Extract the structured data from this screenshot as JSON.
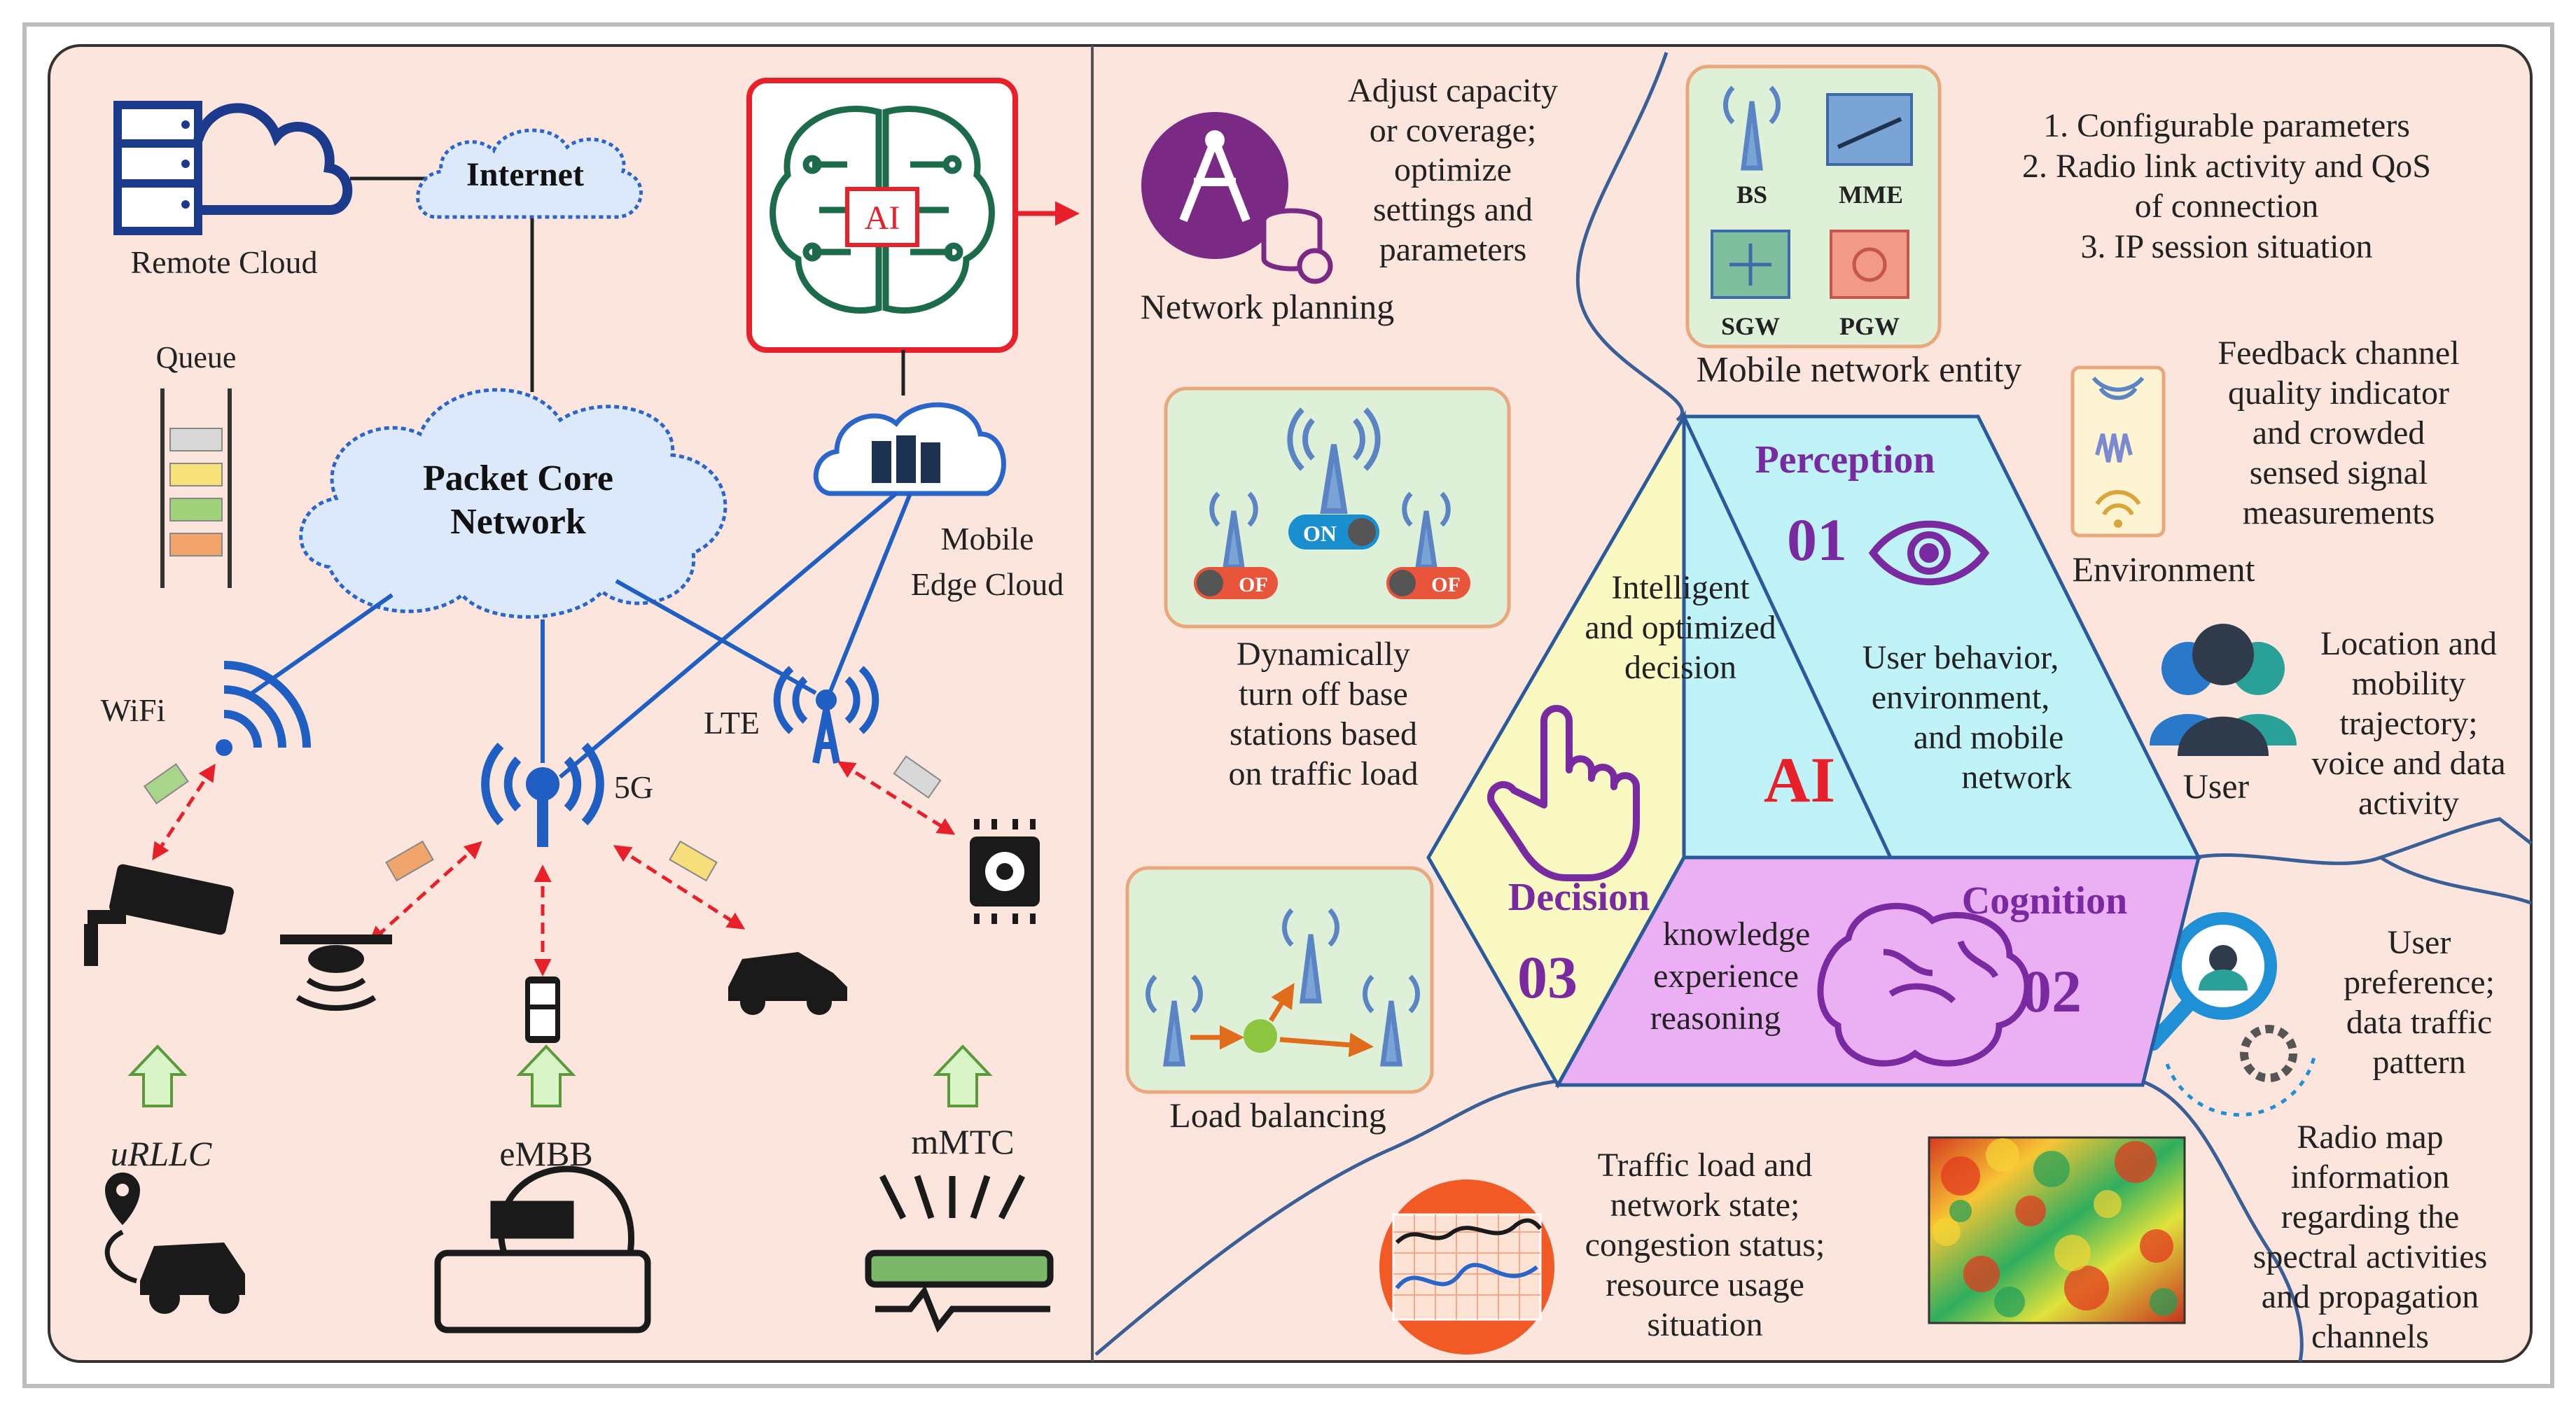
{
  "network": {
    "remote_cloud": "Remote Cloud",
    "internet": "Internet",
    "queue": "Queue",
    "ai_chip": "AI",
    "core_l1": "Packet Core",
    "core_l2": "Network",
    "mec_l1": "Mobile",
    "mec_l2": "Edge Cloud",
    "wifi": "WiFi",
    "lte": "LTE",
    "g5": "5G",
    "urllc": "uRLLC",
    "embb": "eMBB",
    "mmtc": "mMTC"
  },
  "planning": {
    "l1": "Adjust capacity",
    "l2": "or  coverage;",
    "l3": "optimize",
    "l4": "settings and",
    "l5": "parameters",
    "label": "Network planning"
  },
  "bs_off": {
    "on": "ON",
    "off": "OF",
    "l1": "Dynamically",
    "l2": "turn off base",
    "l3": "stations based",
    "l4": "on traffic load"
  },
  "load_balancing": {
    "label": "Load balancing"
  },
  "entity": {
    "bs": "BS",
    "mme": "MME",
    "sgw": "SGW",
    "pgw": "PGW",
    "label": "Mobile network entity",
    "p1": "1. Configurable parameters",
    "p2": "2. Radio link activity and QoS",
    "p3": "of connection",
    "p4": "3. IP session situation"
  },
  "env": {
    "l1": "Feedback channel",
    "l2": "quality indicator",
    "l3": "and crowded",
    "l4": "sensed signal",
    "l5": "measurements",
    "label": "Environment"
  },
  "user": {
    "label": "User",
    "l1": "Location and",
    "l2": "mobility",
    "l3": "trajectory;",
    "l4": "voice and data",
    "l5": "activity"
  },
  "pref": {
    "l1": "User",
    "l2": "preference;",
    "l3": "data traffic",
    "l4": "pattern"
  },
  "loop": {
    "perception": "Perception",
    "n01": "01",
    "perc_l1": "User behavior,",
    "perc_l2": "environment,",
    "perc_l3": "and mobile",
    "perc_l4": "network",
    "decision": "Decision",
    "n03": "03",
    "dec_l1": "Intelligent",
    "dec_l2": "and optimized",
    "dec_l3": "decision",
    "cognition": "Cognition",
    "n02": "02",
    "cog_l1": "knowledge",
    "cog_l2": "experience",
    "cog_l3": "reasoning",
    "ai": "AI"
  },
  "traffic": {
    "l1": "Traffic load and",
    "l2": "network state;",
    "l3": "congestion status;",
    "l4": "resource usage",
    "l5": "situation"
  },
  "radio": {
    "l1": "Radio map",
    "l2": "information",
    "l3": "regarding the",
    "l4": "spectral activities",
    "l5": "and propagation",
    "l6": "channels"
  },
  "colors": {
    "panel_bg": "#fbe5dd",
    "network_blue": "#1f5fc4",
    "alert_red": "#e8202a",
    "perception_fill": "#bff3f8",
    "decision_fill": "#fbf9c2",
    "cognition_fill": "#ebb0f3",
    "loop_text": "#7a2aa0"
  }
}
